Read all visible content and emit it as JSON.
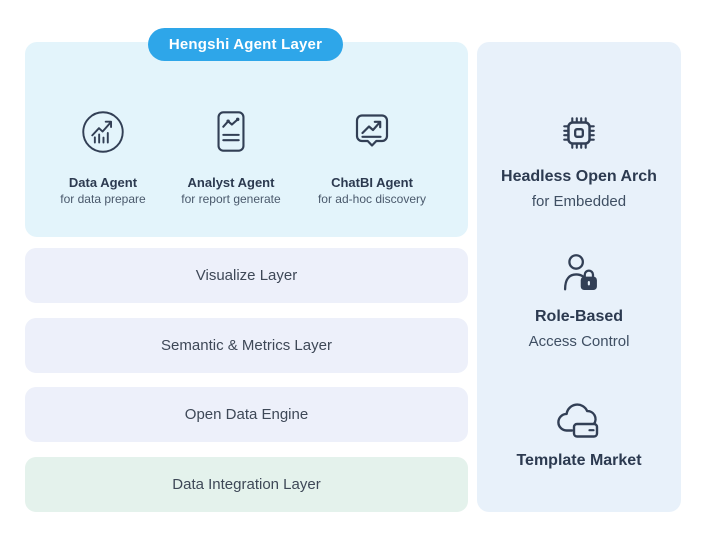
{
  "badge": {
    "label": "Hengshi Agent Layer"
  },
  "agent_panel": {
    "agents": [
      {
        "title": "Data Agent",
        "subtitle": "for data prepare",
        "icon": "bar-chart-circle-icon"
      },
      {
        "title": "Analyst Agent",
        "subtitle": "for report generate",
        "icon": "report-document-icon"
      },
      {
        "title": "ChatBI Agent",
        "subtitle": "for ad-hoc discovery",
        "icon": "chat-chart-bubble-icon"
      }
    ]
  },
  "layers": [
    {
      "label": "Visualize Layer"
    },
    {
      "label": "Semantic & Metrics Layer"
    },
    {
      "label": "Open Data Engine"
    },
    {
      "label": "Data Integration Layer"
    }
  ],
  "side_panel": {
    "features": [
      {
        "title": "Headless Open Arch",
        "subtitle": "for Embedded",
        "icon": "cpu-chip-icon"
      },
      {
        "title": "Role-Based",
        "subtitle": "Access Control",
        "icon": "user-lock-icon"
      },
      {
        "title": "Template Market",
        "subtitle": "",
        "icon": "cloud-storage-icon"
      }
    ]
  },
  "colors": {
    "badge_blue": "#2EA6E9",
    "agent_panel_bg": "#E3F4FB",
    "side_panel_bg": "#E8F1FA",
    "layer_bar_bg": "#EDF0FA",
    "integration_bar_bg": "#E4F2EC",
    "icon_stroke": "#323F55",
    "title_text": "#2C3A50",
    "body_text": "#4A596C"
  }
}
